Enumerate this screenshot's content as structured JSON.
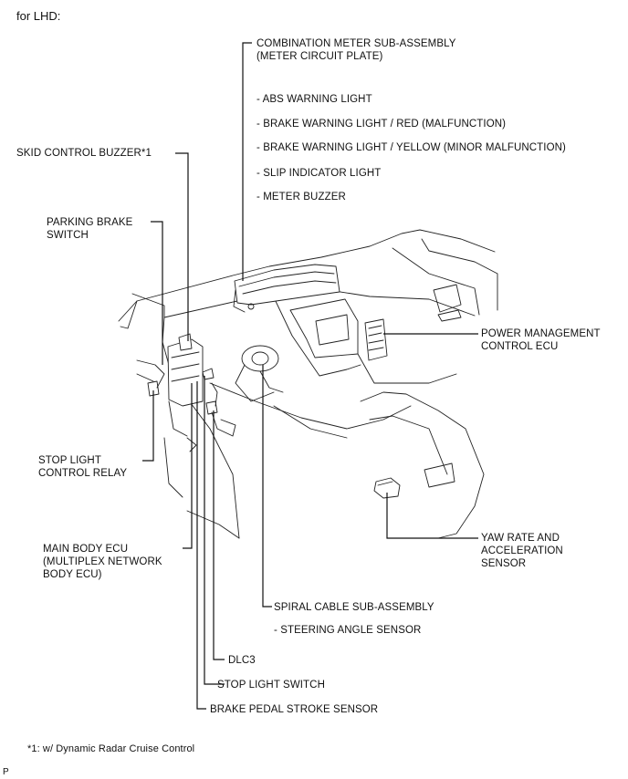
{
  "header": "for LHD:",
  "labels": {
    "combination_meter": "COMBINATION METER SUB-ASSEMBLY\n(METER CIRCUIT PLATE)",
    "abs_warning": "- ABS WARNING LIGHT",
    "brake_warning_red": "- BRAKE WARNING LIGHT / RED (MALFUNCTION)",
    "brake_warning_yellow": "- BRAKE WARNING LIGHT / YELLOW (MINOR MALFUNCTION)",
    "slip_indicator": "- SLIP INDICATOR LIGHT",
    "meter_buzzer": "- METER BUZZER",
    "skid_control_buzzer": "SKID CONTROL BUZZER*1",
    "parking_brake_switch": "PARKING BRAKE\nSWITCH",
    "power_management_ecu": "POWER MANAGEMENT\nCONTROL ECU",
    "stop_light_relay": "STOP LIGHT\nCONTROL RELAY",
    "yaw_rate_sensor": "YAW RATE AND\nACCELERATION\nSENSOR",
    "main_body_ecu": "MAIN BODY ECU\n(MULTIPLEX NETWORK\nBODY ECU)",
    "spiral_cable": "SPIRAL CABLE SUB-ASSEMBLY",
    "steering_angle_sensor": "- STEERING ANGLE SENSOR",
    "dlc3": "DLC3",
    "stop_light_switch": "STOP LIGHT SWITCH",
    "brake_pedal_stroke": "BRAKE PEDAL STROKE SENSOR"
  },
  "footnote": "*1: w/ Dynamic Radar Cruise Control",
  "corner_mark": "P"
}
